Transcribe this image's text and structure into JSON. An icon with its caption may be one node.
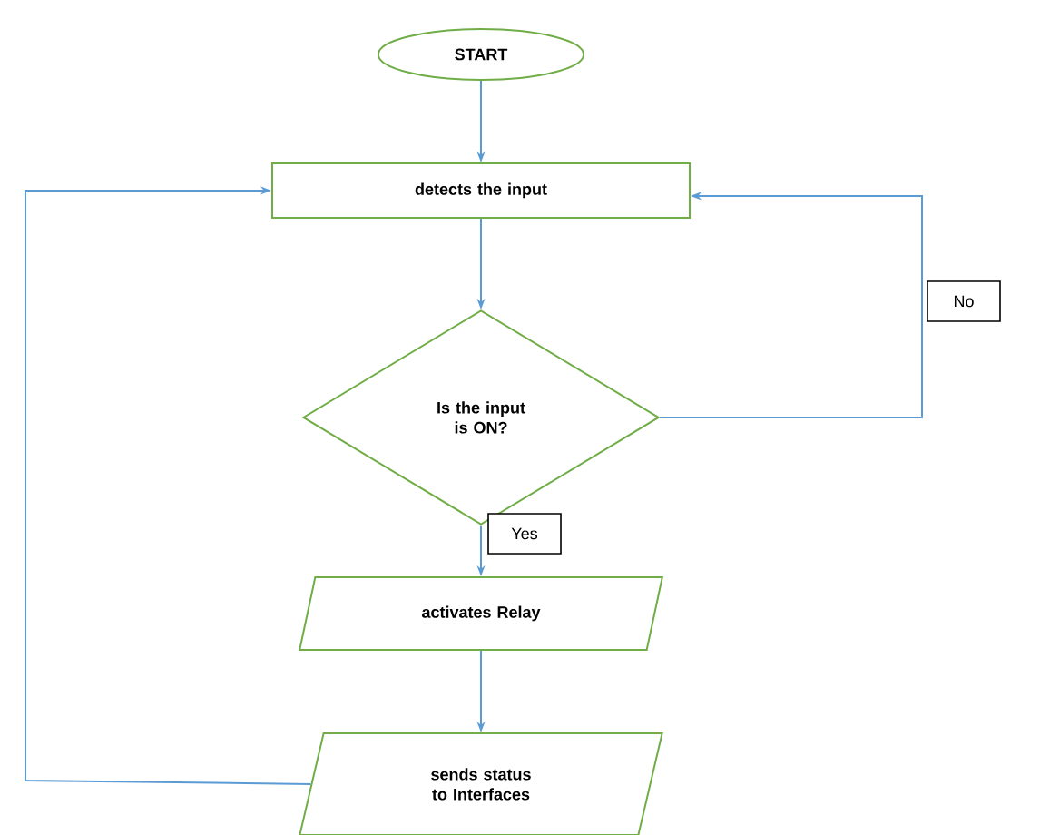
{
  "diagram": {
    "nodes": [
      {
        "text": [
          "START"
        ]
      },
      {
        "text": [
          "detects the input"
        ]
      },
      {
        "text": [
          "Is the input is ON?"
        ]
      },
      {
        "text": [
          "activates Relay"
        ]
      },
      {
        "text": [
          "sends status to Interfaces"
        ]
      }
    ],
    "edges": [
      {
        "from": 0,
        "to": 1,
        "arrow": "to"
      },
      {
        "from": 1,
        "to": 2,
        "arrow": "to"
      },
      {
        "from": 2,
        "to": 3,
        "arrow": "to",
        "label": "Yes"
      },
      {
        "from": 2,
        "to": 1,
        "arrow": "to",
        "label": "No"
      },
      {
        "from": 3,
        "to": 4,
        "arrow": "to"
      },
      {
        "from": 4,
        "to": 1,
        "arrow": "to"
      }
    ]
  }
}
